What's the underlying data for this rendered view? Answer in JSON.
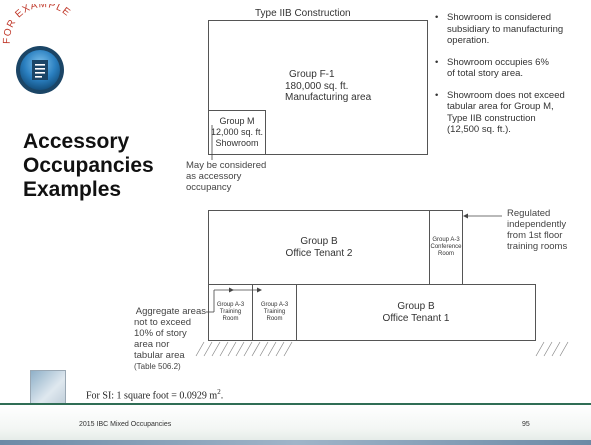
{
  "badge": {
    "label": "FOR EXAMPLE",
    "icon": "document-icon"
  },
  "slide_title": [
    "Accessory",
    "Occupancies",
    "Examples"
  ],
  "diagram": {
    "header": "Type IIB Construction",
    "group_f1": [
      "Group F-1",
      "180,000 sq. ft.",
      "Manufacturing area"
    ],
    "group_m": [
      "Group M",
      "12,000 sq. ft.",
      "Showroom"
    ],
    "accessory_note": [
      "May be considered",
      "as accessory",
      "occupancy"
    ],
    "office2": [
      "Group B",
      "Office Tenant 2"
    ],
    "conference": [
      "Group A-3",
      "Conference",
      "Room"
    ],
    "training1": [
      "Group A-3",
      "Training",
      "Room"
    ],
    "training2": [
      "Group A-3",
      "Training",
      "Room"
    ],
    "office1": [
      "Group B",
      "Office Tenant 1"
    ],
    "regulated_note": [
      "Regulated",
      "independently",
      "from 1st floor",
      "training rooms"
    ],
    "aggregate_note": [
      "Aggregate areas",
      "not to exceed",
      "10% of story",
      "area nor",
      "tabular area"
    ],
    "table_ref": "(Table 506.2)",
    "si_note": "For SI: 1 square foot = 0.0929 m",
    "si_exponent": "2",
    "si_end": "."
  },
  "bullets": [
    [
      "Showroom is considered",
      "subsidiary to manufacturing",
      "operation."
    ],
    [
      "Showroom occupies 6%",
      "of total story area."
    ],
    [
      "Showroom does not exceed",
      "tabular area for Group M,",
      "Type IIB construction",
      "(12,500 sq. ft.)."
    ]
  ],
  "footer": {
    "title": "2015 IBC Mixed Occupancies",
    "page": "95"
  },
  "colors": {
    "accent_green": "#2f6d55",
    "badge_blue": "#1f6fa8"
  }
}
